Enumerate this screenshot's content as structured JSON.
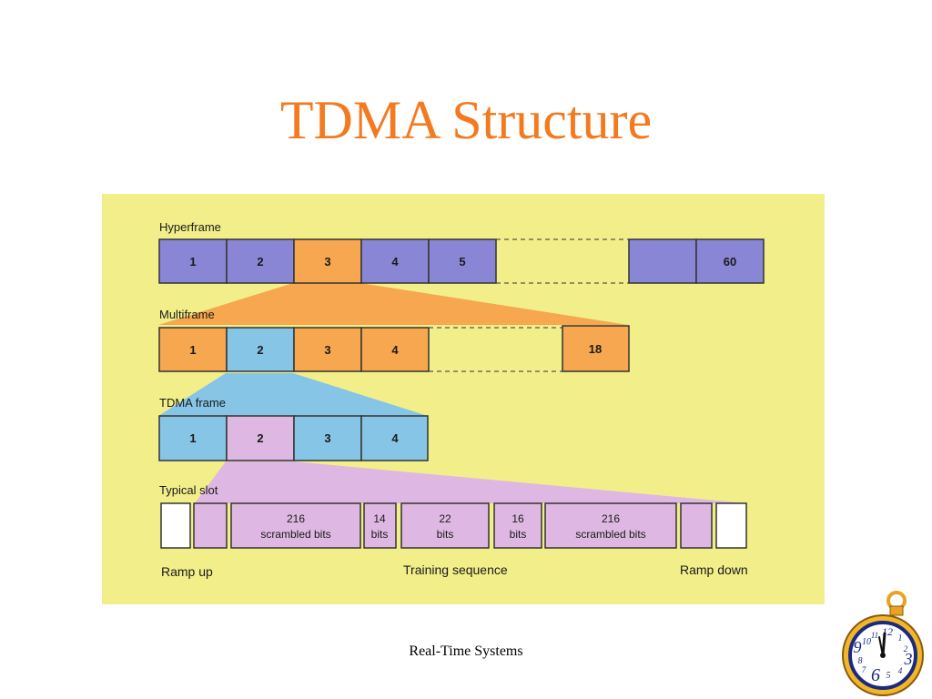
{
  "title": "TDMA Structure",
  "footer": "Real-Time Systems",
  "diagram": {
    "hyperframe": {
      "label": "Hyperframe",
      "cells": [
        "1",
        "2",
        "3",
        "4",
        "5",
        "",
        "60"
      ]
    },
    "multiframe": {
      "label": "Multiframe",
      "cells": [
        "1",
        "2",
        "3",
        "4",
        "18"
      ]
    },
    "tdma_frame": {
      "label": "TDMA frame",
      "cells": [
        "1",
        "2",
        "3",
        "4"
      ]
    },
    "typical_slot": {
      "label": "Typical slot",
      "fields": [
        {
          "line1": "216",
          "line2": "scrambled bits"
        },
        {
          "line1": "14",
          "line2": "bits"
        },
        {
          "line1": "22",
          "line2": "bits"
        },
        {
          "line1": "16",
          "line2": "bits"
        },
        {
          "line1": "216",
          "line2": "scrambled bits"
        }
      ],
      "ramp_up": "Ramp up",
      "training_sequence": "Training sequence",
      "ramp_down": "Ramp down"
    }
  },
  "colors": {
    "panel_background": "#f2ee8a",
    "purple": "#8a86d6",
    "orange": "#f6a74f",
    "blue": "#86c5e6",
    "pink": "#deb8e2",
    "title": "#f47a1f"
  },
  "logo": {
    "name": "stopwatch-clock-logo",
    "dial_numbers": [
      "12",
      "1",
      "2",
      "3",
      "4",
      "5",
      "6",
      "7",
      "8",
      "9",
      "10",
      "11"
    ]
  }
}
